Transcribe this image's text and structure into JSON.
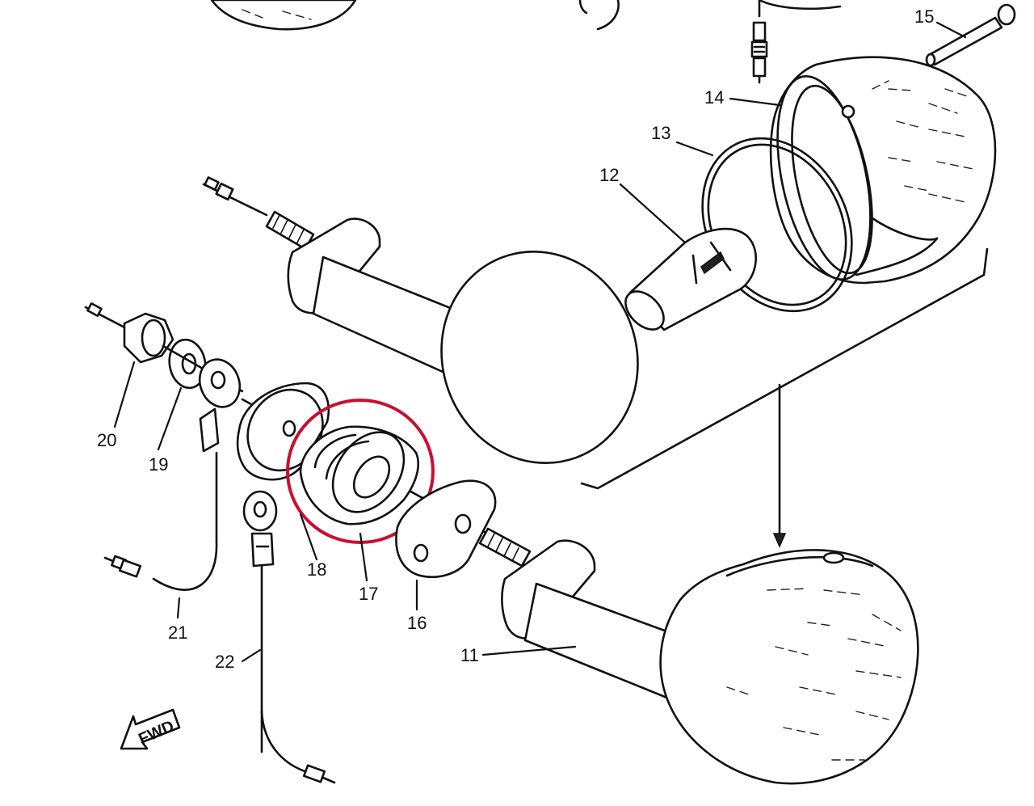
{
  "callouts": {
    "c11": "11",
    "c12": "12",
    "c13": "13",
    "c14": "14",
    "c15": "15",
    "c16": "16",
    "c17": "17",
    "c18": "18",
    "c19": "19",
    "c20": "20",
    "c21": "21",
    "c22": "22"
  },
  "direction_marker": "FWD",
  "highlight": {
    "target_part": "17",
    "color": "#c8102e"
  }
}
